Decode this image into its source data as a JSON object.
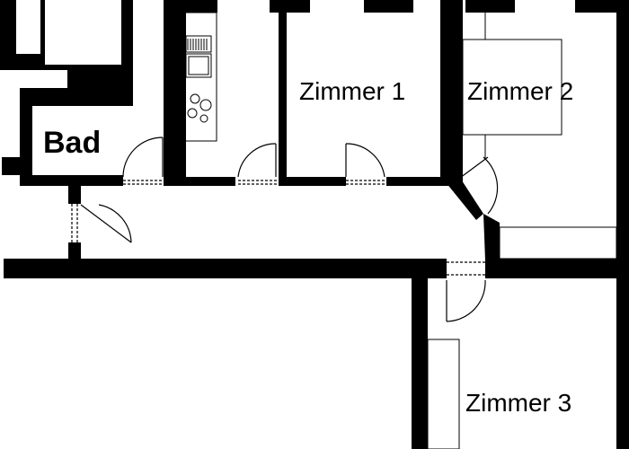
{
  "rooms": {
    "bad": "Bad",
    "zimmer1": "Zimmer 1",
    "zimmer2": "Zimmer 2",
    "zimmer3": "Zimmer 3"
  },
  "colors": {
    "wall": "#000000",
    "background": "#ffffff",
    "line": "#000000"
  },
  "icons": {
    "kitchen_sink": "sink-icon",
    "kitchen_stove": "stove-icon",
    "door_swing": "door-arc-icon"
  }
}
